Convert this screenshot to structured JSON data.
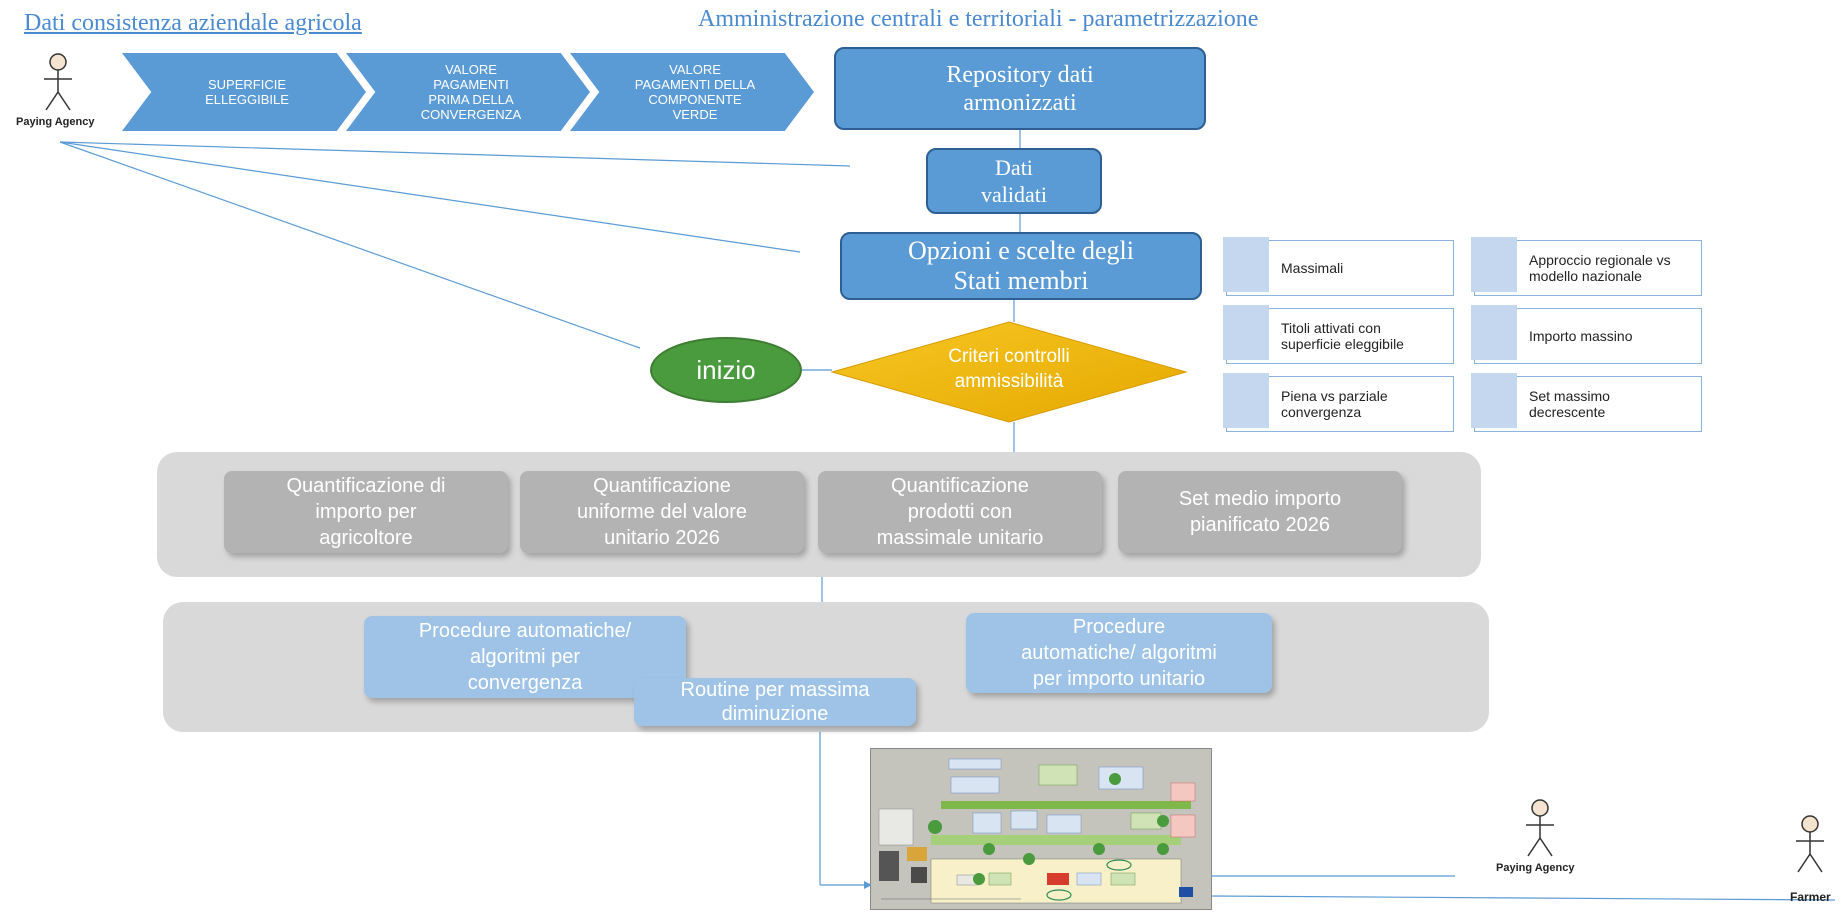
{
  "titles": {
    "left": "Dati consistenza aziendale agricola",
    "right": "Amministrazione centrali e territoriali - parametrizzazione"
  },
  "actors": [
    {
      "label": "Paying Agency"
    },
    {
      "label": "Paying Agency"
    },
    {
      "label": "Farmer"
    }
  ],
  "chevrons": [
    {
      "text": "SUPERFICIE\nELLEGGIBILE"
    },
    {
      "text": "VALORE\nPAGAMENTI\nPRIMA DELLA\nCONVERGENZA"
    },
    {
      "text": "VALORE\nPAGAMENTI DELLA\nCOMPONENTE\nVERDE"
    }
  ],
  "flow": {
    "repository": "Repository dati\narmonizzati",
    "validated": "Dati\nvalidati",
    "options": "Opzioni e scelte degli\nStati membri",
    "start": "inizio",
    "decision": "Criteri controlli\nammissibilità"
  },
  "options": [
    {
      "text": "Massimali"
    },
    {
      "text": "Approccio regionale vs\nmodello nazionale"
    },
    {
      "text": "Titoli attivati con\nsuperficie eleggibile"
    },
    {
      "text": "Importo massino"
    },
    {
      "text": "Piena vs parziale\nconvergenza"
    },
    {
      "text": "Set massimo\ndecrescente"
    }
  ],
  "quantification": [
    {
      "text": "Quantificazione di\nimporto per\nagricoltore"
    },
    {
      "text": "Quantificazione\nuniforme del valore\nunitario 2026"
    },
    {
      "text": "Quantificazione\nprodotti con\nmassimale unitario"
    },
    {
      "text": "Set medio importo\npianificato 2026"
    }
  ],
  "procedures": {
    "convergence": "Procedure automatiche/\nalgoritmi per\nconvergenza",
    "routine": "Routine per massima\ndiminuzione",
    "unit": "Procedure\nautomatiche/ algoritmi\nper importo unitario"
  },
  "colors": {
    "accent_blue": "#5b9bd5",
    "title_blue": "#4a8ad0",
    "green": "#4a9a3e",
    "gold": "#f2b705",
    "panel_gray": "#d9d9d9",
    "box_gray": "#b3b3b3",
    "light_blue": "#9ec3e6"
  }
}
